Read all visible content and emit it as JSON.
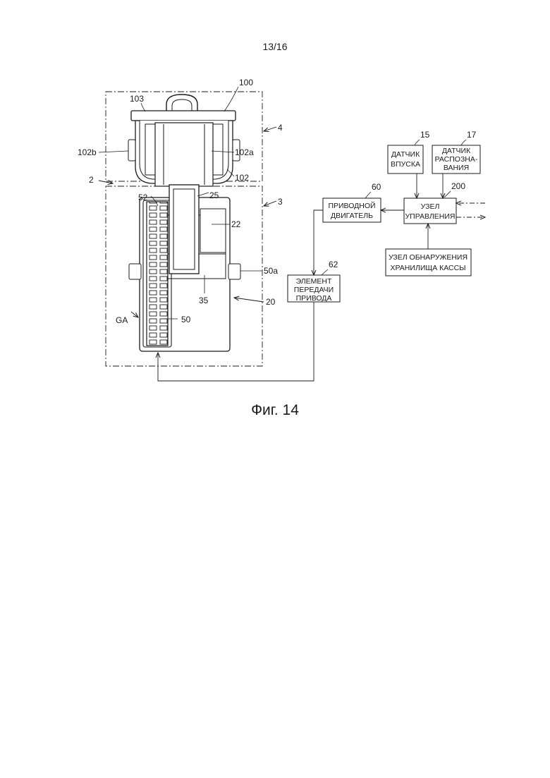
{
  "page": {
    "number": "13/16",
    "caption": "Фиг. 14"
  },
  "refs": {
    "r100": "100",
    "r103": "103",
    "r4": "4",
    "r102b": "102b",
    "r102a": "102a",
    "r2": "2",
    "r102": "102",
    "r52": "52",
    "r25": "25",
    "r3": "3",
    "r22": "22",
    "r50a": "50a",
    "r35": "35",
    "r20": "20",
    "rGA": "GA",
    "r50": "50",
    "r15": "15",
    "r17": "17",
    "r200": "200",
    "r60": "60",
    "r62": "62"
  },
  "boxes": {
    "intake_sensor": [
      "ДАТЧИК",
      "ВПУСКА"
    ],
    "recognition_sensor": [
      "ДАТЧИК",
      "РАСПОЗНА-",
      "ВАНИЯ"
    ],
    "control_unit": [
      "УЗЕЛ",
      "УПРАВЛЕНИЯ"
    ],
    "drive_motor": [
      "ПРИВОДНОЙ",
      "ДВИГАТЕЛЬ"
    ],
    "drive_transmission": [
      "ЭЛЕМЕНТ",
      "ПЕРЕДАЧИ",
      "ПРИВОДА"
    ],
    "cassette_detection": [
      "УЗЕЛ ОБНАРУЖЕНИЯ",
      "ХРАНИЛИЩА КАССЫ"
    ]
  },
  "colors": {
    "line": "#1a1a1a",
    "background": "#ffffff"
  }
}
